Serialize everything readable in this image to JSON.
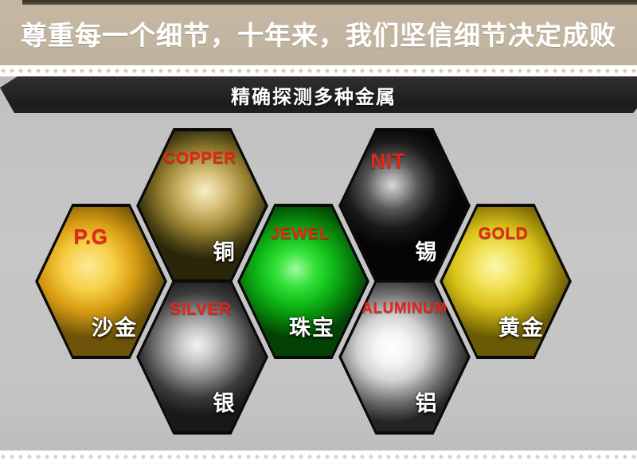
{
  "header": {
    "title": "尊重每一个细节，十年来，我们坚信细节决定成败"
  },
  "banner": {
    "title": "精确探测多种金属"
  },
  "colors": {
    "page_background": "#c6c6c6",
    "header_background": "#c3b6a1",
    "banner_background": "#242424",
    "label_en_color": "#e8241a",
    "label_cn_color": "#ffffff",
    "dot_color": "#d9cdb6"
  },
  "hexagons": [
    {
      "id": "pg",
      "en": "P.G",
      "cn": "沙金",
      "metal": "placer gold"
    },
    {
      "id": "copper",
      "en": "COPPER",
      "cn": "铜",
      "metal": "copper"
    },
    {
      "id": "silver",
      "en": "SILVER",
      "cn": "银",
      "metal": "silver"
    },
    {
      "id": "jewel",
      "en": "JEWEL",
      "cn": "珠宝",
      "metal": "jewel"
    },
    {
      "id": "nit",
      "en": "NIT",
      "cn": "锡",
      "metal": "tin"
    },
    {
      "id": "aluminum",
      "en": "ALUMINUM",
      "cn": "铝",
      "metal": "aluminum"
    },
    {
      "id": "gold",
      "en": "GOLD",
      "cn": "黄金",
      "metal": "gold"
    }
  ]
}
